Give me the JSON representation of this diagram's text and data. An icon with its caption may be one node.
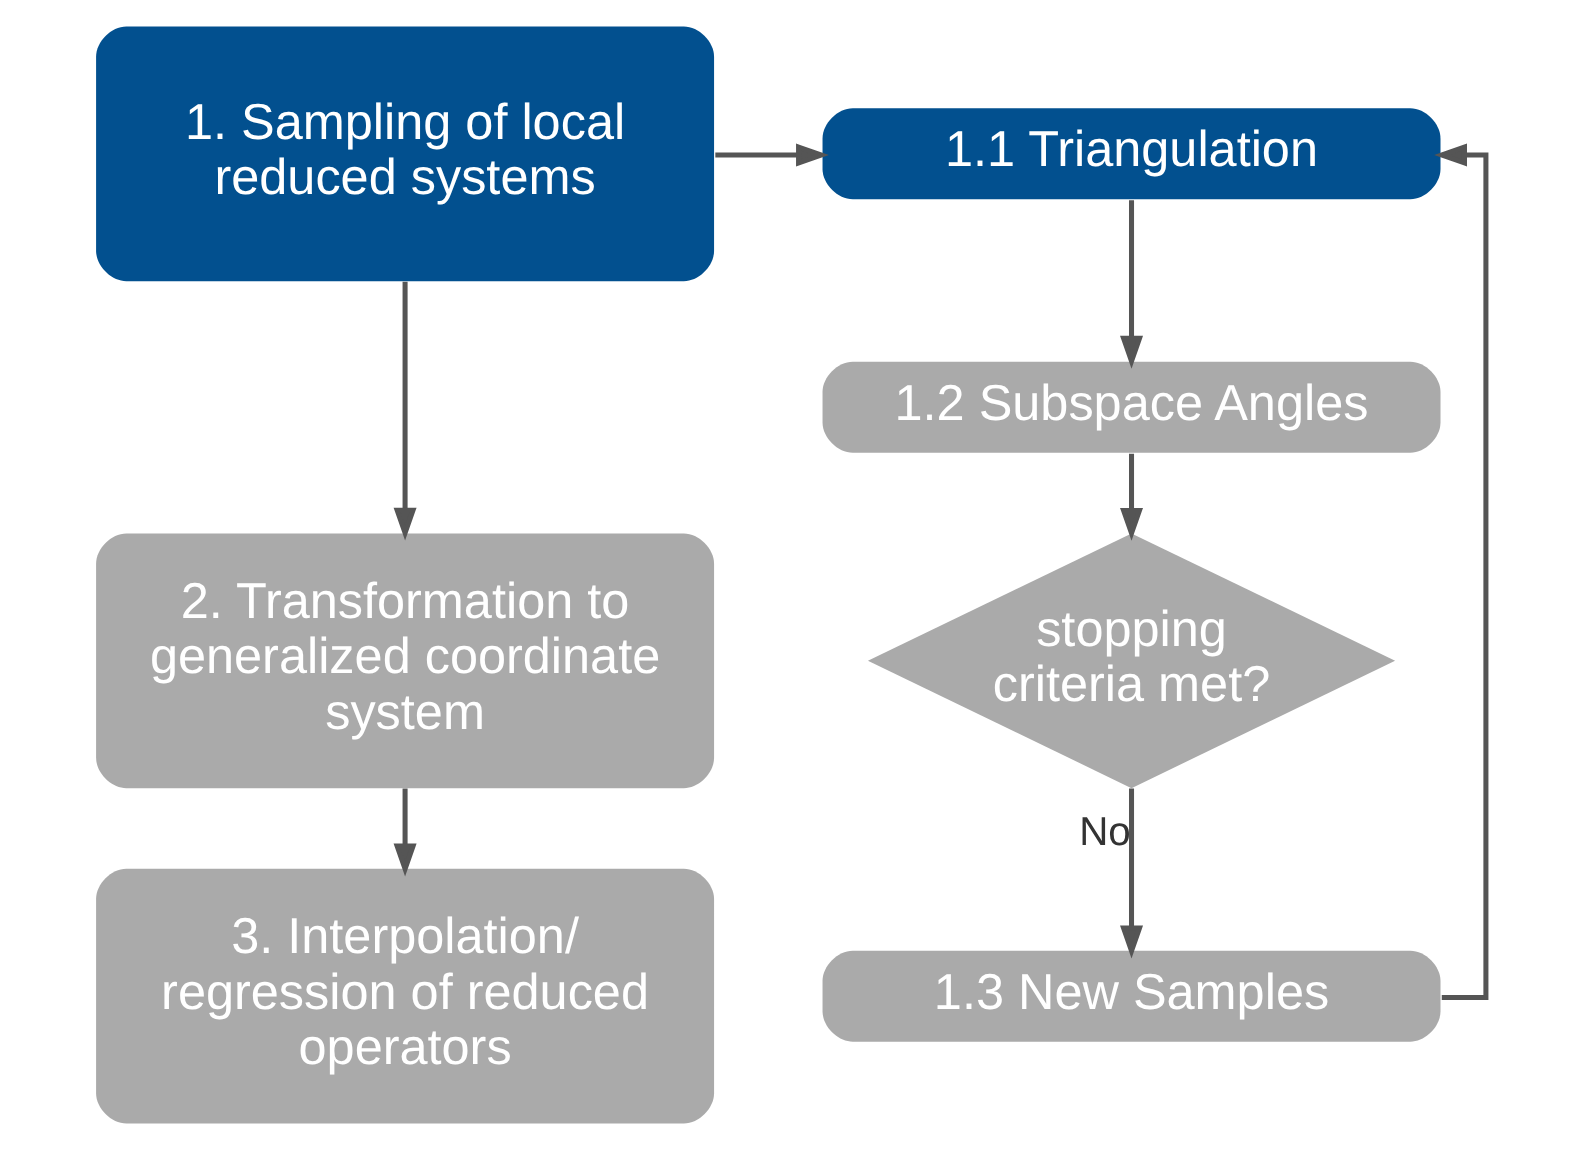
{
  "diagram": {
    "nodes": [
      {
        "text": [
          "1. Sampling of local reduced systems"
        ]
      },
      {
        "text": [
          "1.1 Triangulation"
        ]
      },
      {
        "text": [
          "1.2 Subspace Angles"
        ]
      },
      {
        "text": [
          "stopping criteria met?"
        ]
      },
      {
        "text": [
          "1.3 New Samples"
        ]
      },
      {
        "text": [
          "2. Transformation to generalized coordinate system"
        ]
      },
      {
        "text": [
          "3. Interpolation/ regression of reduced operators"
        ]
      }
    ],
    "edges": [
      {
        "from": 0,
        "to": 1,
        "arrow": "to"
      },
      {
        "from": 1,
        "to": 2,
        "arrow": "to"
      },
      {
        "from": 2,
        "to": 3,
        "arrow": "to"
      },
      {
        "from": 3,
        "to": 4,
        "arrow": "to",
        "label": "No"
      },
      {
        "from": 4,
        "to": 1,
        "arrow": "to"
      },
      {
        "from": 0,
        "to": 5,
        "arrow": "to"
      },
      {
        "from": 5,
        "to": 6,
        "arrow": "to"
      }
    ]
  }
}
